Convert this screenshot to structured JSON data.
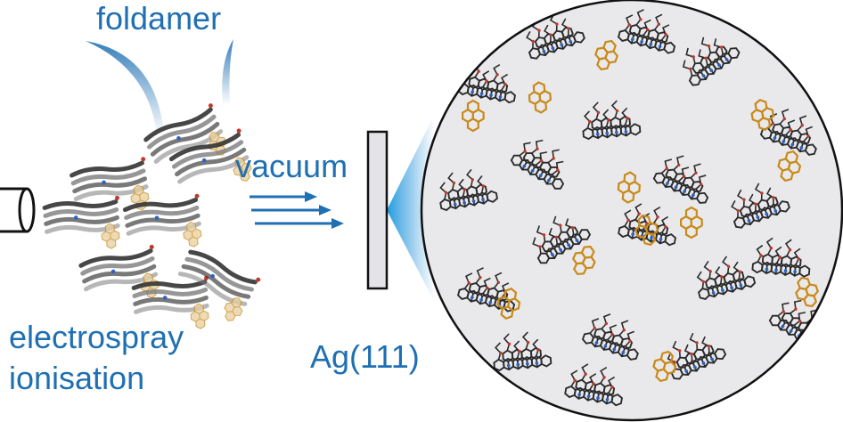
{
  "labels": {
    "foldamer": "foldamer",
    "vacuum": "vacuum",
    "electrospray_line1": "electrospray",
    "electrospray_line2": "ionisation",
    "substrate": "Ag(111)"
  },
  "colors": {
    "label_blue": "#1f6fb3",
    "arrow_blue": "#1f6fb3",
    "cone_blue": "#2aa3e0",
    "pyrene_gold": "#c98a1a",
    "backbone_dark": "#2a2a2a",
    "nitrogen_blue": "#2c63c7",
    "oxygen_red": "#c0392b",
    "circle_fill": "#e9e9ec",
    "plate_fill": "#e4e4e8"
  }
}
